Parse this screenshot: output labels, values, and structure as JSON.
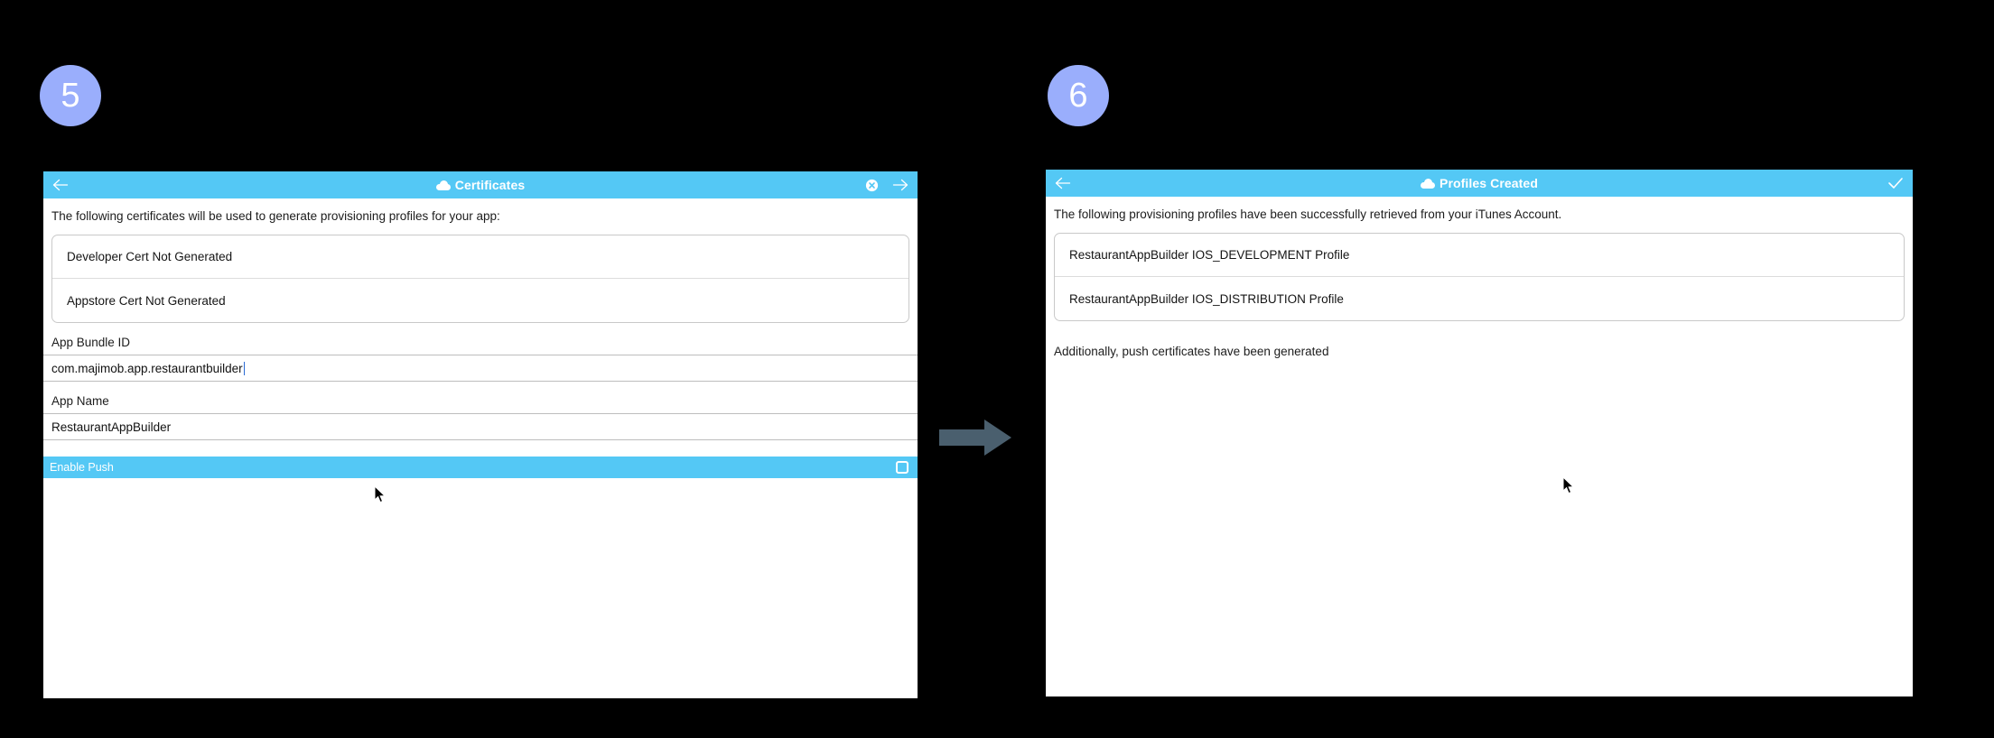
{
  "steps": [
    {
      "number": "5"
    },
    {
      "number": "6"
    }
  ],
  "colors": {
    "badge": "#9aaefc",
    "titlebar": "#54c8f5",
    "highlight": "#54c8f5",
    "arrow": "#4a5f६e",
    "background": "#000000",
    "caret": "#2a6bd4"
  },
  "panel_certificates": {
    "titlebar": {
      "back_icon": "back-arrow-icon",
      "cloud_icon": "cloud-icon",
      "title": "Certificates",
      "close_icon": "close-circle-icon",
      "forward_icon": "forward-arrow-icon"
    },
    "intro": "The following certificates will be used to generate provisioning profiles for your app:",
    "cert_rows": [
      "Developer Cert Not Generated",
      "Appstore Cert Not Generated"
    ],
    "fields": [
      {
        "label": "App Bundle ID",
        "value": "com.majimob.app.restaurantbuilder",
        "has_caret": true
      },
      {
        "label": "App Name",
        "value": "RestaurantAppBuilder",
        "has_caret": false
      }
    ],
    "push_row": {
      "label": "Enable Push",
      "checkbox_state": "unchecked",
      "checkbox_icon": "checkbox-unchecked-icon"
    }
  },
  "panel_profiles": {
    "titlebar": {
      "back_icon": "back-arrow-icon",
      "cloud_icon": "cloud-icon",
      "title": "Profiles Created",
      "confirm_icon": "checkmark-icon"
    },
    "intro": "The following provisioning profiles have been successfully retrieved from your iTunes Account.",
    "profile_rows": [
      "RestaurantAppBuilder IOS_DEVELOPMENT Profile",
      "RestaurantAppBuilder IOS_DISTRIBUTION Profile"
    ],
    "note": "Additionally, push certificates have been generated"
  },
  "flow": {
    "arrow_icon": "right-arrow-icon"
  },
  "cursors": [
    {
      "name": "mouse-cursor-panel-5"
    },
    {
      "name": "mouse-cursor-panel-6"
    }
  ]
}
